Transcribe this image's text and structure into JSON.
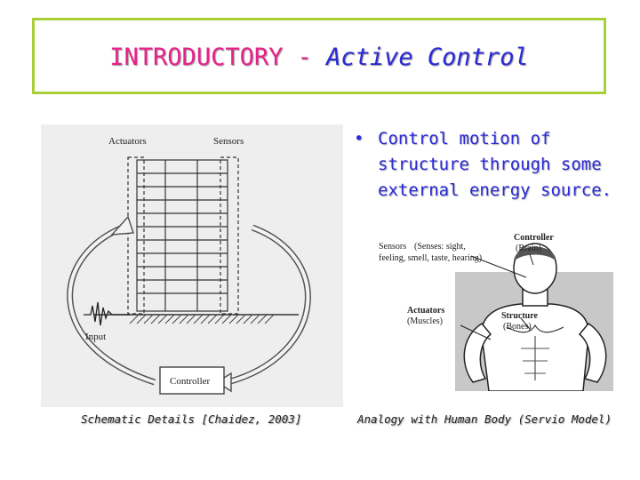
{
  "title": {
    "part1": "INTRODUCTORY -",
    "part2": "Active Control"
  },
  "bullet": {
    "marker": "•",
    "text": "Control motion of structure through some external energy source."
  },
  "left_figure": {
    "labels": {
      "actuators": "Actuators",
      "sensors": "Sensors",
      "input": "Input",
      "controller": "Controller"
    },
    "caption": "Schematic Details [Chaidez, 2003]"
  },
  "right_figure": {
    "labels": {
      "controller": "Controller",
      "brain": "(Brain)",
      "sensors": "Sensors",
      "senses_1": "(Senses: sight,",
      "senses_2": "feeling, smell, taste, hearing)",
      "actuators": "Actuators",
      "muscles": "(Muscles)",
      "structure": "Structure",
      "bones": "(Bones)"
    },
    "caption": "Analogy with Human Body (Servio Model)"
  },
  "colors": {
    "title_border": "#a8cf3a",
    "title_pink": "#e8228c",
    "text_blue": "#2a2ad6"
  }
}
